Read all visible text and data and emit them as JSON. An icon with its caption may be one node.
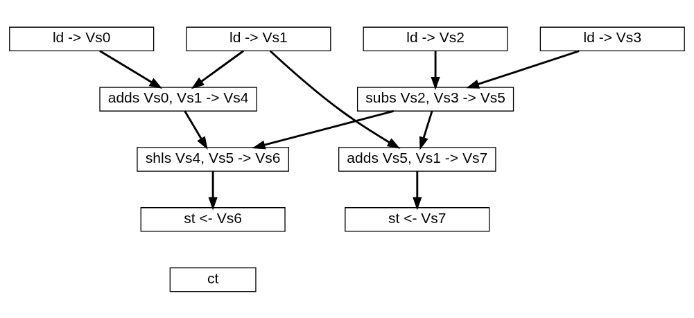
{
  "diagram": {
    "nodes": [
      {
        "text": [
          "ld -> Vs0"
        ]
      },
      {
        "text": [
          "ld -> Vs1"
        ]
      },
      {
        "text": [
          "ld -> Vs2"
        ]
      },
      {
        "text": [
          "ld -> Vs3"
        ]
      },
      {
        "text": [
          "adds Vs0, Vs1 -> Vs4"
        ]
      },
      {
        "text": [
          "subs Vs2, Vs3 -> Vs5"
        ]
      },
      {
        "text": [
          "shls Vs4, Vs5 -> Vs6"
        ]
      },
      {
        "text": [
          "adds Vs5, Vs1 -> Vs7"
        ]
      },
      {
        "text": [
          "st <- Vs6"
        ]
      },
      {
        "text": [
          "st <- Vs7"
        ]
      },
      {
        "text": [
          "ct"
        ]
      }
    ],
    "edges": [
      {
        "from": 0,
        "to": 4,
        "arrow": "to"
      },
      {
        "from": 1,
        "to": 4,
        "arrow": "to"
      },
      {
        "from": 1,
        "to": 7,
        "arrow": "to"
      },
      {
        "from": 2,
        "to": 5,
        "arrow": "to"
      },
      {
        "from": 3,
        "to": 5,
        "arrow": "to"
      },
      {
        "from": 4,
        "to": 6,
        "arrow": "to"
      },
      {
        "from": 5,
        "to": 6,
        "arrow": "to"
      },
      {
        "from": 5,
        "to": 7,
        "arrow": "to"
      },
      {
        "from": 6,
        "to": 8,
        "arrow": "to"
      },
      {
        "from": 7,
        "to": 9,
        "arrow": "to"
      }
    ]
  }
}
